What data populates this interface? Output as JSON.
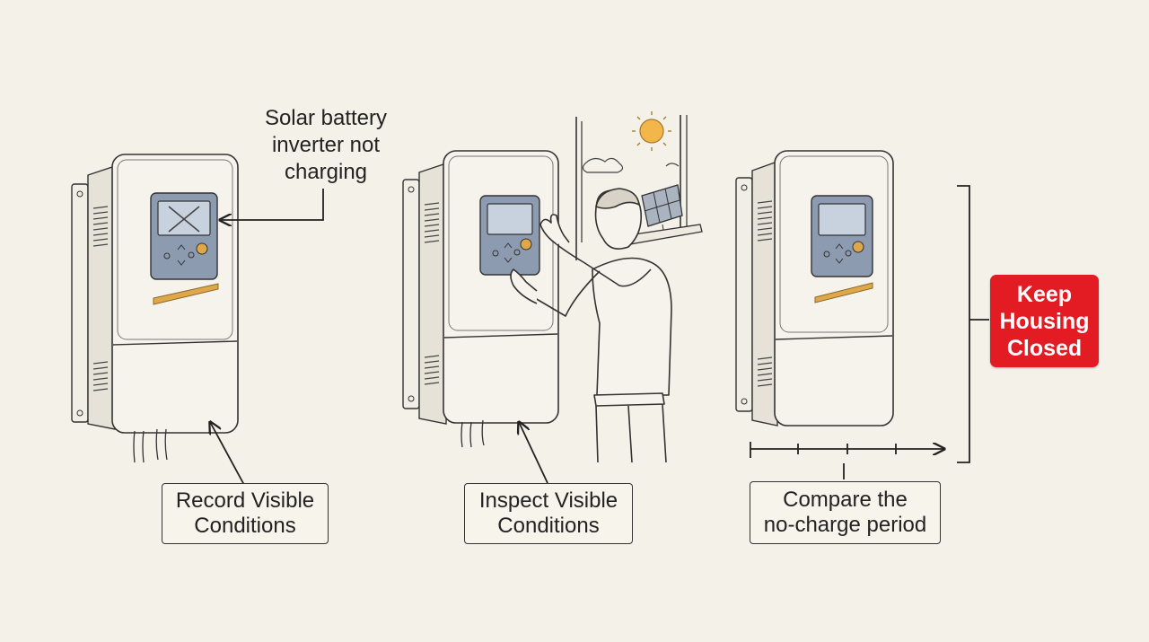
{
  "callout": {
    "line1": "Solar battery",
    "line2": "inverter not",
    "line3": "charging"
  },
  "steps": [
    {
      "line1": "Record Visible",
      "line2": "Conditions"
    },
    {
      "line1": "Inspect Visible",
      "line2": "Conditions"
    },
    {
      "line1": "Compare the",
      "line2": "no-charge period"
    }
  ],
  "warning": {
    "line1": "Keep",
    "line2": "Housing",
    "line3": "Closed"
  },
  "colors": {
    "background": "#f4f1e9",
    "warning": "#e31b23",
    "screen": "#8c9bb0",
    "amber_strip": "#e0a64a",
    "button": "#e0a64a",
    "sun": "#f2b64a"
  }
}
